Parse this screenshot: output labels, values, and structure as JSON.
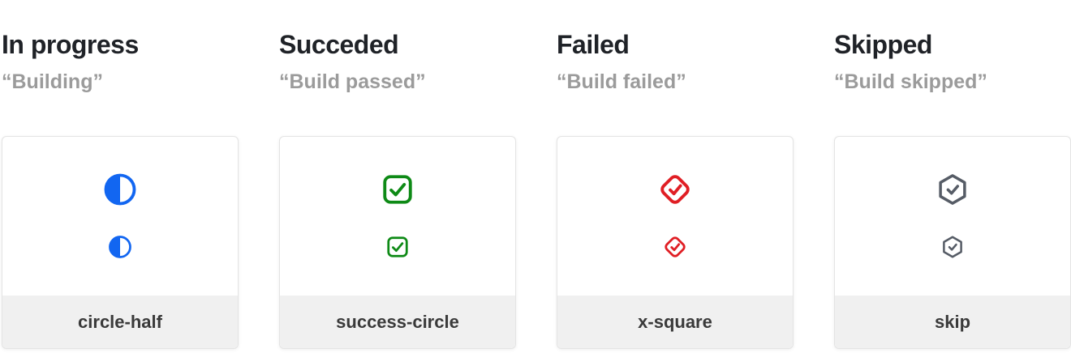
{
  "columns": [
    {
      "title": "In progress",
      "subtitle": "“Building”",
      "icon": "circle-half-icon",
      "label": "circle-half",
      "color": "#1266F1"
    },
    {
      "title": "Succeded",
      "subtitle": "“Build passed”",
      "icon": "success-circle-icon",
      "label": "success-circle",
      "color": "#0E8A16"
    },
    {
      "title": "Failed",
      "subtitle": "“Build failed”",
      "icon": "x-square-icon",
      "label": "x-square",
      "color": "#E01E24"
    },
    {
      "title": "Skipped",
      "subtitle": "“Build skipped”",
      "icon": "skip-icon",
      "label": "skip",
      "color": "#565C66"
    }
  ],
  "colors": {
    "heading_text": "#1f2227",
    "subtitle_text": "#9b9b9b",
    "card_footer_bg": "#f0f0f0",
    "footer_label_text": "#3a3a3a",
    "card_border": "#e4e4e4",
    "page_bg": "#ffffff"
  }
}
